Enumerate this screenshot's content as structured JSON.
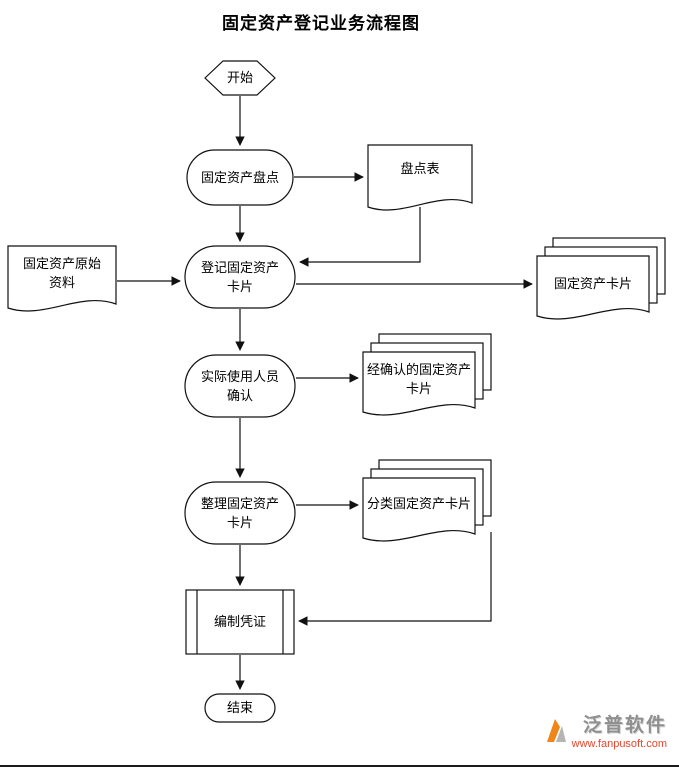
{
  "title": "固定资产登记业务流程图",
  "nodes": {
    "start": "开始",
    "inventory": "固定资产盘点",
    "inventory_table": "盘点表",
    "original_docs": "固定资产原始\n资料",
    "register": "登记固定资产\n卡片",
    "asset_cards": "固定资产卡片",
    "confirm": "实际使用人员\n确认",
    "confirmed_cards": "经确认的固定资产\n卡片",
    "organize": "整理固定资产\n卡片",
    "classified_cards": "分类固定资产卡片",
    "voucher": "编制凭证",
    "end": "结束"
  },
  "edges": [
    "开始→固定资产盘点",
    "固定资产盘点→盘点表",
    "盘点表→登记固定资产卡片",
    "固定资产盘点→登记固定资产卡片",
    "固定资产原始资料→登记固定资产卡片",
    "登记固定资产卡片→固定资产卡片",
    "登记固定资产卡片→实际使用人员确认",
    "实际使用人员确认→经确认的固定资产卡片",
    "实际使用人员确认→整理固定资产卡片",
    "整理固定资产卡片→分类固定资产卡片",
    "整理固定资产卡片→编制凭证",
    "分类固定资产卡片→编制凭证",
    "编制凭证→结束"
  ],
  "watermark": {
    "brand": "泛普软件",
    "url": "www.fanpusoft.com"
  },
  "colors": {
    "stroke": "#111111",
    "background": "#ffffff",
    "brand_gray": "#8f8f8f",
    "brand_orange": "#f08519",
    "url_red": "#e8472f"
  }
}
